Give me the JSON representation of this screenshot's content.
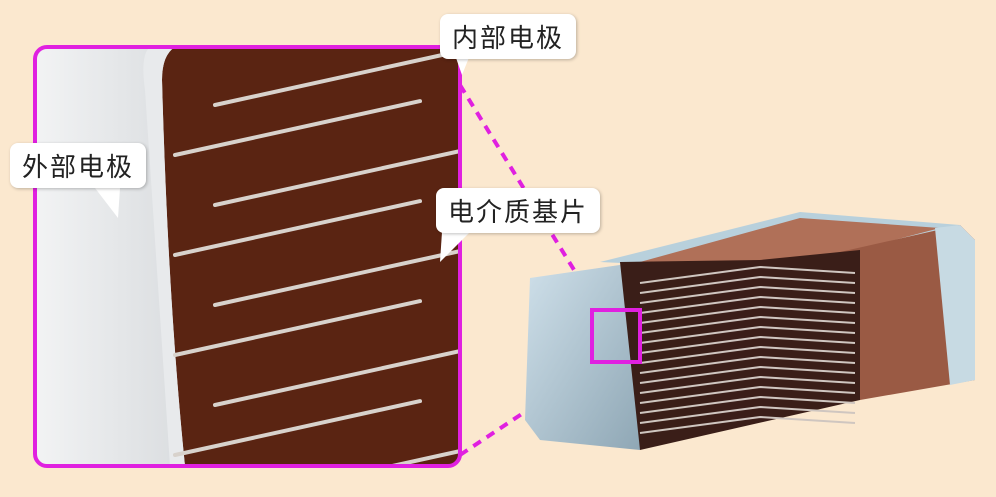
{
  "labels": {
    "inner_electrode": "内部电极",
    "outer_electrode": "外部电极",
    "dielectric": "电介质基片"
  },
  "colors": {
    "background": "#fbe8cf",
    "highlight": "#e020e0",
    "dielectric": "#5a2412",
    "electrode": "#c8ccd0"
  }
}
